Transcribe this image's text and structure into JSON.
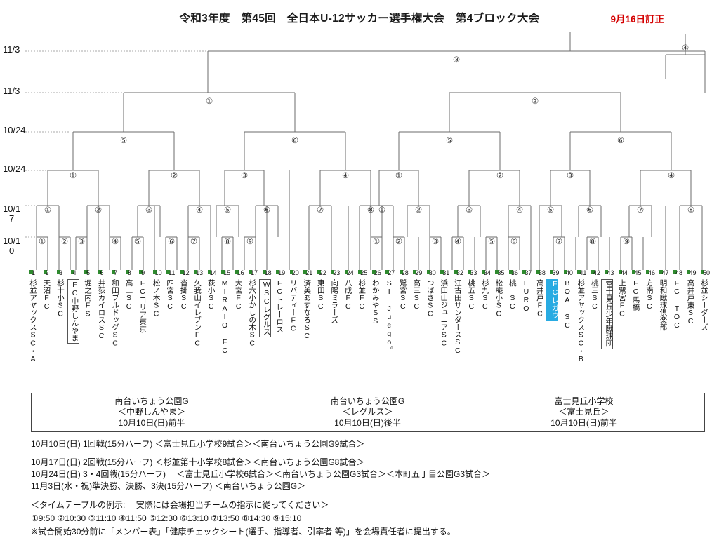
{
  "header": {
    "title": "令和3年度　第45回　全日本U-12サッカー選手権大会　第4ブロック大会",
    "revision": "9月16日訂正",
    "revision_color": "#d40000"
  },
  "date_labels": [
    {
      "line1": "11/3",
      "line2": ""
    },
    {
      "line1": "11/3",
      "line2": ""
    },
    {
      "line1": "10/24",
      "line2": ""
    },
    {
      "line1": "10/24",
      "line2": ""
    },
    {
      "line1": "10/1",
      "line2": "7"
    },
    {
      "line1": "10/1",
      "line2": "0"
    }
  ],
  "rounds": {
    "final": [
      "③"
    ],
    "third_place": [
      "④"
    ],
    "semifinal": [
      "①",
      "②"
    ],
    "quarter": [
      "⑤",
      "⑥",
      "⑤",
      "⑥"
    ],
    "round16": [
      "①",
      "②",
      "③",
      "④",
      "①",
      "②",
      "③",
      "④"
    ],
    "round2": [
      "①",
      "②",
      "③",
      "④",
      "⑤",
      "⑥",
      "⑦",
      "⑧",
      "①",
      "②",
      "③",
      "④",
      "⑤",
      "⑥",
      "⑦",
      "⑧"
    ],
    "round1": [
      "①",
      "②",
      "③",
      "④",
      "⑤",
      "⑥",
      "⑦",
      "⑧",
      "⑨",
      "①",
      "②",
      "③",
      "④",
      "⑤",
      "⑥",
      "⑦",
      "⑧",
      "⑨"
    ]
  },
  "teams": [
    {
      "no": "1",
      "name": "杉並アヤックスSC・A",
      "style": "plain"
    },
    {
      "no": "2",
      "name": "天沼FC",
      "style": "plain"
    },
    {
      "no": "3",
      "name": "杉十小SC",
      "style": "plain"
    },
    {
      "no": "4",
      "name": "FC中野しんやま",
      "style": "boxed"
    },
    {
      "no": "5",
      "name": "堀之内FS",
      "style": "plain"
    },
    {
      "no": "6",
      "name": "井荻カイロスSC",
      "style": "plain"
    },
    {
      "no": "7",
      "name": "和田ブルドッグSC",
      "style": "plain"
    },
    {
      "no": "8",
      "name": "高二SC",
      "style": "plain"
    },
    {
      "no": "9",
      "name": "FCコリア東京",
      "style": "plain"
    },
    {
      "no": "10",
      "name": "松ノ木SC",
      "style": "plain"
    },
    {
      "no": "11",
      "name": "四宮SC",
      "style": "plain"
    },
    {
      "no": "12",
      "name": "沓掛SC",
      "style": "plain"
    },
    {
      "no": "13",
      "name": "久我山イレブンFC",
      "style": "plain"
    },
    {
      "no": "14",
      "name": "荻小SC",
      "style": "plain"
    },
    {
      "no": "15",
      "name": "MIRAIO FC",
      "style": "plain"
    },
    {
      "no": "16",
      "name": "大宮FC",
      "style": "plain"
    },
    {
      "no": "17",
      "name": "杉六小かしの木SC",
      "style": "plain"
    },
    {
      "no": "18",
      "name": "WSCレグルス",
      "style": "boxed"
    },
    {
      "no": "19",
      "name": "FCトレーロス",
      "style": "plain"
    },
    {
      "no": "20",
      "name": "リバティーFC",
      "style": "plain"
    },
    {
      "no": "21",
      "name": "済美あすなろSC",
      "style": "plain"
    },
    {
      "no": "22",
      "name": "東田SC",
      "style": "plain"
    },
    {
      "no": "23",
      "name": "向陽ミラーズ",
      "style": "plain"
    },
    {
      "no": "24",
      "name": "八成FC",
      "style": "plain"
    },
    {
      "no": "25",
      "name": "杉並FC",
      "style": "plain"
    },
    {
      "no": "26",
      "name": "わかみやSS",
      "style": "plain"
    },
    {
      "no": "27",
      "name": "SI Juego。",
      "style": "plain"
    },
    {
      "no": "28",
      "name": "鷺宮SC",
      "style": "plain"
    },
    {
      "no": "29",
      "name": "高三SC",
      "style": "plain"
    },
    {
      "no": "30",
      "name": "つばさSC",
      "style": "plain"
    },
    {
      "no": "31",
      "name": "浜田山ジュニアSC",
      "style": "plain"
    },
    {
      "no": "32",
      "name": "江古田サンダースSC",
      "style": "plain"
    },
    {
      "no": "33",
      "name": "桃五SC",
      "style": "plain"
    },
    {
      "no": "34",
      "name": "杉九SC",
      "style": "plain"
    },
    {
      "no": "35",
      "name": "松庵小SC",
      "style": "plain"
    },
    {
      "no": "36",
      "name": "桃一SC",
      "style": "plain"
    },
    {
      "no": "37",
      "name": "EURO",
      "style": "plain"
    },
    {
      "no": "38",
      "name": "高井戸FC",
      "style": "plain"
    },
    {
      "no": "39",
      "name": "FCレガウ",
      "style": "highlight"
    },
    {
      "no": "40",
      "name": "BOA SC",
      "style": "plain"
    },
    {
      "no": "41",
      "name": "杉並アヤックスSC・B",
      "style": "plain"
    },
    {
      "no": "42",
      "name": "桃三SC",
      "style": "plain"
    },
    {
      "no": "43",
      "name": "富士見丘少年蹴球団",
      "style": "boxed"
    },
    {
      "no": "44",
      "name": "上鷺宮FC",
      "style": "plain"
    },
    {
      "no": "45",
      "name": "FC馬橋",
      "style": "plain"
    },
    {
      "no": "46",
      "name": "方南SC",
      "style": "plain"
    },
    {
      "no": "47",
      "name": "明和蹴球倶楽部",
      "style": "plain"
    },
    {
      "no": "48",
      "name": "FC TOC",
      "style": "plain"
    },
    {
      "no": "49",
      "name": "高井戸東SC",
      "style": "plain"
    },
    {
      "no": "50",
      "name": "杉並シーダーズ",
      "style": "plain"
    }
  ],
  "venues": [
    {
      "ground": "南台いちょう公園G",
      "host": "＜中野しんやま＞",
      "when": "10月10日(日)前半"
    },
    {
      "ground": "南台いちょう公園G",
      "host": "＜レグルス＞",
      "when": "10月10日(日)後半"
    },
    {
      "ground": "富士見丘小学校",
      "host": "＜富士見丘＞",
      "when": "10月10日(日)前半"
    }
  ],
  "notes": {
    "line1": "10月10日(日)  1回戦(15分ハーフ)  ＜富士見丘小学校9試合＞＜南台いちょう公園G9試合＞",
    "line2": "10月17日(日)  2回戦(15分ハーフ)  ＜杉並第十小学校8試合＞＜南台いちょう公園G8試合＞",
    "line3": "10月24日(日)  3・4回戦(15分ハーフ)　 ＜富士見丘小学校6試合＞＜南台いちょう公園G3試合＞＜本町五丁目公園G3試合＞",
    "line4": "11月3日(水・祝)準決勝、決勝、3決(15分ハーフ)  ＜南台いちょう公園G＞",
    "line5": "＜タイムテーブルの例示:　 実際には会場担当チームの指示に従ってください＞",
    "line6": "①9:50  ②10:30  ③11:10  ④11:50  ⑤12:30  ⑥13:10  ⑦13:50  ⑧14:30  ⑨15:10",
    "line7": "※試合開始30分前に「メンバー表」「健康チェックシート(選手、指導者、引率者 等)」を会場責任者に提出する。"
  }
}
